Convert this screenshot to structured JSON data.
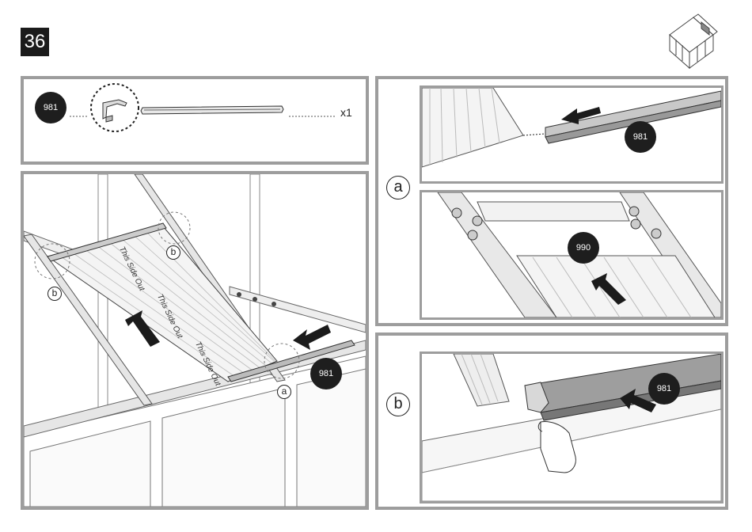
{
  "step": {
    "number": "36"
  },
  "parts_panel": {
    "part_badge": "981",
    "quantity": "x1"
  },
  "main_panel": {
    "panel_labels": [
      "This Side Out",
      "This Side Out",
      "This Side Out"
    ],
    "part_badge": "981",
    "detail_callouts": [
      "b",
      "b",
      "a"
    ]
  },
  "detail_a": {
    "label": "a",
    "top_part_badge": "981",
    "bottom_part_badge": "990"
  },
  "detail_b": {
    "label": "b",
    "part_badge": "981"
  },
  "icons": [
    "greenhouse-icon",
    "arrow-icon",
    "hand-icon"
  ]
}
